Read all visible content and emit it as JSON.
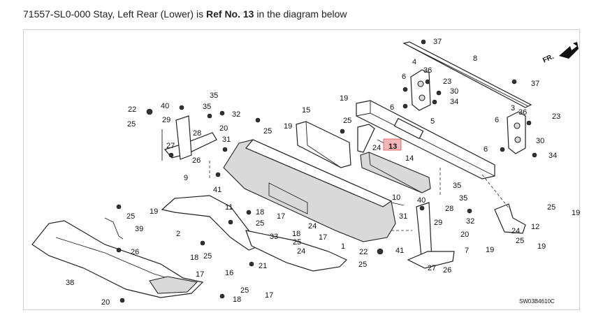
{
  "caption": {
    "prefix": "71557-SL0-000 Stay, Left Rear (Lower) is ",
    "ref": "Ref No. 13",
    "suffix": " in the diagram below"
  },
  "diagram": {
    "direction_label": "FR.",
    "code": "SW03B4610C",
    "highlight_ref": "13",
    "highlight_color": "#f4b6b6",
    "labels": [
      "37",
      "8",
      "37",
      "4",
      "36",
      "6",
      "23",
      "30",
      "34",
      "6",
      "5",
      "19",
      "25",
      "15",
      "35",
      "22",
      "40",
      "35",
      "32",
      "25",
      "29",
      "28",
      "20",
      "31",
      "27",
      "26",
      "9",
      "41",
      "19",
      "25",
      "36",
      "3",
      "23",
      "6",
      "30",
      "6",
      "34",
      "24",
      "13",
      "14",
      "10",
      "35",
      "35",
      "28",
      "32",
      "24",
      "12",
      "25",
      "19",
      "25",
      "19",
      "19",
      "40",
      "31",
      "29",
      "20",
      "7",
      "22",
      "41",
      "25",
      "27",
      "26",
      "11",
      "18",
      "17",
      "25",
      "24",
      "18",
      "17",
      "33",
      "25",
      "24",
      "2",
      "25",
      "19",
      "39",
      "26",
      "18",
      "25",
      "17",
      "16",
      "21",
      "38",
      "20",
      "25",
      "18",
      "17",
      "1"
    ]
  }
}
